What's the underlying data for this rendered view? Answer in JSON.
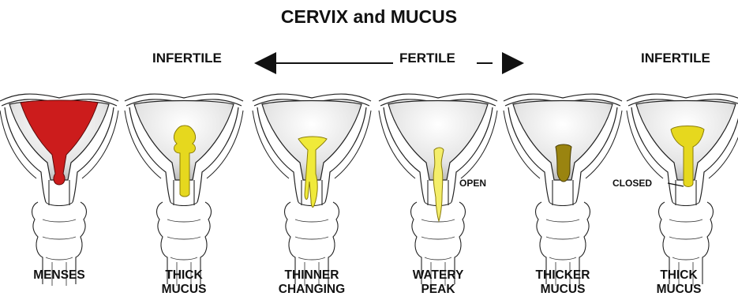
{
  "title": "CERVIX and MUCUS",
  "phase_band": {
    "left_label": "INFERTILE",
    "center_label": "FERTILE",
    "right_label": "INFERTILE"
  },
  "stages": [
    {
      "caption": "MENSES",
      "fluid_color": "#cc1c1c"
    },
    {
      "caption": "THICK\nMUCUS",
      "fluid_color": "#e6d81e"
    },
    {
      "caption": "THINNER\nCHANGING",
      "fluid_color": "#f0ea3a"
    },
    {
      "caption": "WATERY\nPEAK",
      "fluid_color": "#f4ee6a"
    },
    {
      "caption": "THICKER\nMUCUS",
      "fluid_color": "#9a8410"
    },
    {
      "caption": "THICK\nMUCUS",
      "fluid_color": "#e6d81e"
    }
  ],
  "annotations": {
    "open_label": "OPEN",
    "closed_label": "CLOSED"
  }
}
